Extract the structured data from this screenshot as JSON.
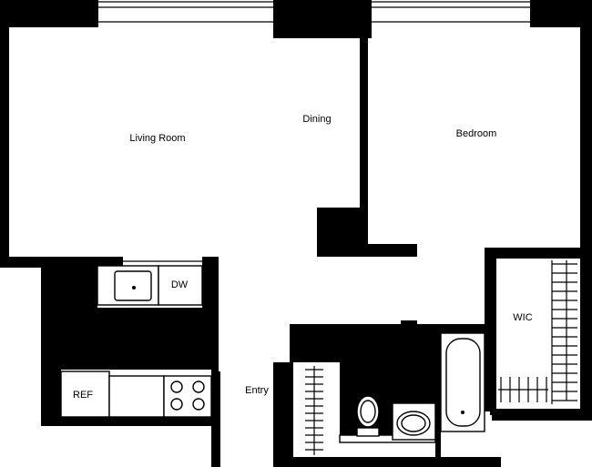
{
  "rooms": {
    "living_room": "Living Room",
    "dining": "Dining",
    "bedroom": "Bedroom",
    "wic": "WIC",
    "entry": "Entry"
  },
  "appliances": {
    "dw": "DW",
    "ref": "REF"
  },
  "colors": {
    "wall": "#000000",
    "floor": "#ffffff"
  }
}
